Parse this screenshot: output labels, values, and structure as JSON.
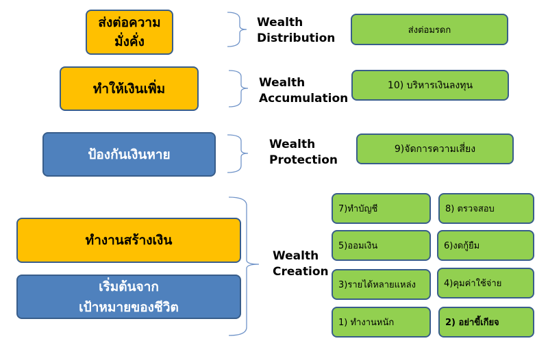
{
  "left_boxes": {
    "distribution": [
      "ส่งต่อความ",
      "มั่งคั่ง"
    ],
    "accumulation": "ทำให้เงินเพิ่ม",
    "protection": "ป้องกันเงินหาย",
    "work": "ทำงานสร้างเงิน",
    "start": [
      "เริ่มต้นจาก",
      "เป้าหมายของชีวิต"
    ]
  },
  "labels": {
    "distribution": [
      "Wealth",
      "Distribution"
    ],
    "accumulation": [
      "Wealth",
      "Accumulation"
    ],
    "protection": [
      "Wealth",
      "Protection"
    ],
    "creation": [
      "Wealth",
      "Creation"
    ]
  },
  "steps": {
    "inherit": "ส่งต่อมรดก",
    "s10": "10) บริหารเงินลงทุน",
    "s9": "9)จัดการความเสี่ยง",
    "s7": "7)ทำบัญชี",
    "s8": "8) ตรวจสอบ",
    "s5": "5)ออมเงิน",
    "s6": "6)งดกู้ยืม",
    "s3": "3)รายได้หลายแหล่ง",
    "s4": "4)คุมค่าใช้จ่าย",
    "s1": "1) ทำงานหนัก",
    "s2": "2) อย่าขี้เกียจ"
  },
  "colors": {
    "orange": "#FFC000",
    "blue": "#4F81BD",
    "green": "#92D050",
    "border": "#385D8A"
  }
}
